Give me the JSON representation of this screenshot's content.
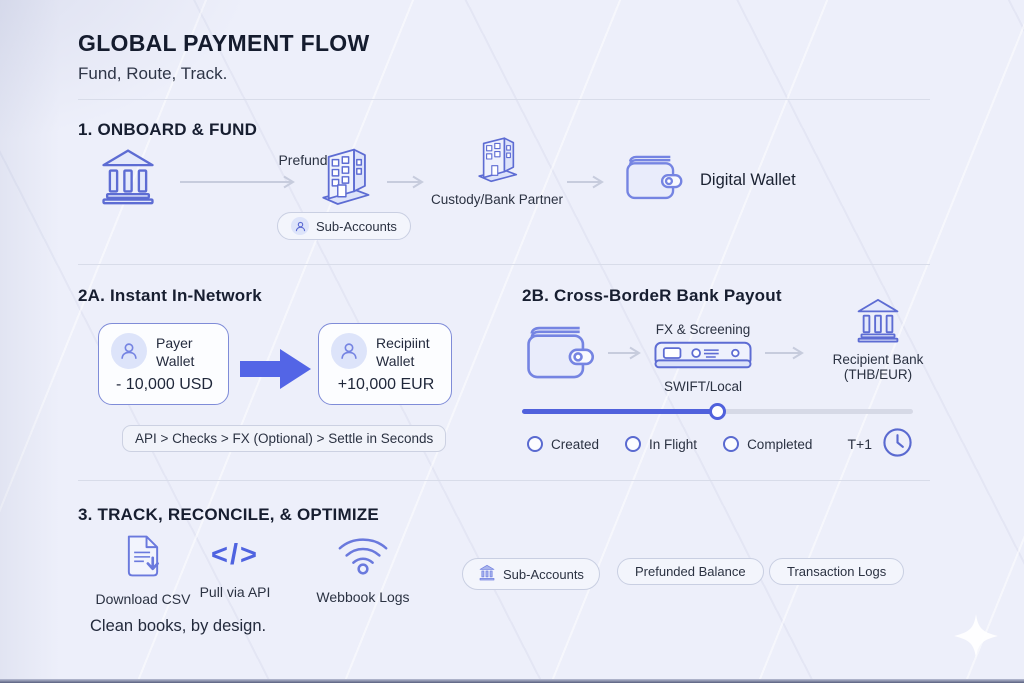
{
  "header": {
    "title": "GLOBAL PAYMENT FLOW",
    "subtitle": "Fund, Route, Track."
  },
  "colors": {
    "accent_blue": "#5a6ad0",
    "arrow_blue": "#5365e6",
    "background": "#edeffa"
  },
  "section1": {
    "heading": "1. ONBOARD & FUND",
    "prefund_label": "Prefund",
    "sub_accounts_pill": "Sub-Accounts",
    "custody_label": "Custody/Bank Partner",
    "digital_wallet_label": "Digital Wallet"
  },
  "section2a": {
    "heading": "2A. Instant In-Network",
    "payer_card": {
      "name": "Payer Wallet",
      "amount": "- 10,000 USD"
    },
    "recipient_card": {
      "name": "Recipiint Wallet",
      "amount": "+10,000 EUR"
    },
    "flow_pill": "API > Checks > FX (Optional) > Settle in Seconds"
  },
  "section2b": {
    "heading": "2B. Cross-BordeR Bank Payout",
    "fx_label": "FX & Screening",
    "rail_label": "SWIFT/Local",
    "bank_label_line1": "Recipient Bank",
    "bank_label_line2": "(THB/EUR)",
    "statuses": [
      "Created",
      "In Flight",
      "Completed"
    ],
    "timing_label": "T+1"
  },
  "section3": {
    "heading": "3. TRACK, RECONCILE, & OPTIMIZE",
    "code_glyph": "</>",
    "tools": [
      {
        "label": "Download CSV"
      },
      {
        "label": "Pull via API"
      },
      {
        "label": "Webbook Logs"
      }
    ],
    "pills": [
      "Sub-Accounts",
      "Prefunded Balance",
      "Transaction Logs"
    ],
    "tagline": "Clean books, by design."
  }
}
